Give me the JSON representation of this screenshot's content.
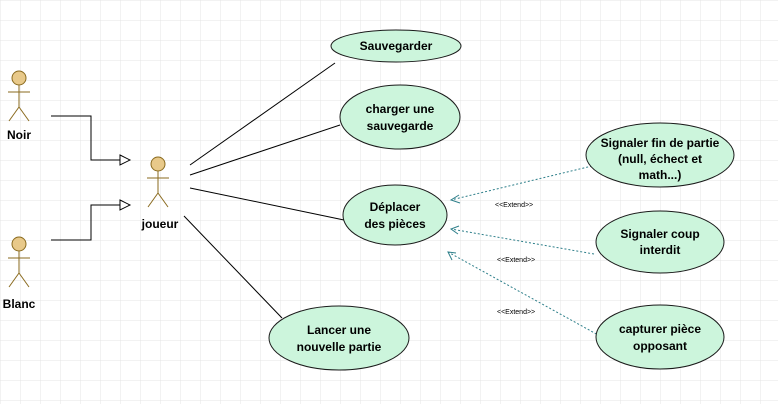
{
  "actors": {
    "noir": "Noir",
    "blanc": "Blanc",
    "joueur": "joueur"
  },
  "use_cases": {
    "sauvegarder": [
      "Sauvegarder"
    ],
    "charger": [
      "charger une",
      "sauvegarde"
    ],
    "deplacer": [
      "Déplacer",
      "des pièces"
    ],
    "lancer": [
      "Lancer une",
      "nouvelle partie"
    ],
    "signaler_fin": [
      "Signaler fin de partie",
      "(null, échect et",
      "math...)"
    ],
    "signaler_coup": [
      "Signaler coup",
      "interdit"
    ],
    "capturer": [
      "capturer pièce",
      "opposant"
    ]
  },
  "extend_label": "<<Extend>>",
  "colors": {
    "use_case_fill": "#ccf5dc",
    "actor": "#8a6a1e",
    "extend_line": "#2e7f8a",
    "grid": "#e4e4e4"
  }
}
